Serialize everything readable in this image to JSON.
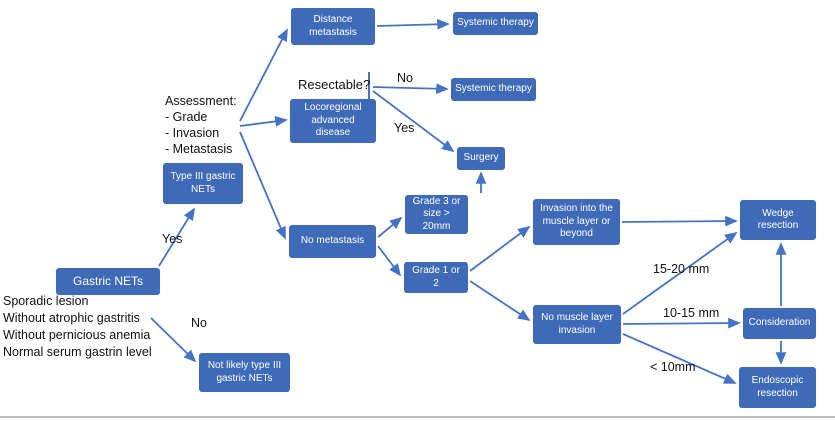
{
  "colors": {
    "box_fill": "#3e6ab8",
    "arrow": "#4472c4",
    "text_on_box": "#ffffff",
    "label_text": "#111111"
  },
  "nodes": {
    "gastric_nets": {
      "label": "Gastric NETs"
    },
    "criteria": {
      "lines": [
        "Sporadic lesion",
        "Without atrophic gastritis",
        "Without pernicious anemia",
        "Normal serum gastrin level"
      ]
    },
    "assessment": {
      "title": "Assessment:",
      "items": [
        "- Grade",
        "- Invasion",
        "- Metastasis"
      ]
    },
    "type_iii": {
      "label": "Type III gastric NETs"
    },
    "not_likely": {
      "label": "Not likely type III gastric NETs"
    },
    "distance_metastasis": {
      "label": "Distance metastasis"
    },
    "systemic_therapy_top": {
      "label": "Systemic therapy"
    },
    "locoregional": {
      "label": "Locoregional advanced disease"
    },
    "resectable_question": {
      "label": "Resectable?"
    },
    "systemic_therapy_mid": {
      "label": "Systemic therapy"
    },
    "surgery": {
      "label": "Surgery"
    },
    "no_metastasis": {
      "label": "No metastasis"
    },
    "grade3": {
      "label": "Grade 3 or size > 20mm"
    },
    "grade12": {
      "label": "Grade 1 or 2"
    },
    "invasion_muscle": {
      "label": "Invasion into the muscle layer or beyond"
    },
    "no_muscle": {
      "label": "No muscle layer invasion"
    },
    "wedge": {
      "label": "Wedge resection"
    },
    "consideration": {
      "label": "Consideration"
    },
    "endoscopic": {
      "label": "Endoscopic resection"
    }
  },
  "edge_labels": {
    "yes_type3": "Yes",
    "no_type3": "No",
    "no_resectable": "No",
    "yes_resectable": "Yes",
    "mm_15_20": "15-20 mm",
    "mm_10_15": "10-15 mm",
    "mm_lt_10": "< 10mm"
  }
}
